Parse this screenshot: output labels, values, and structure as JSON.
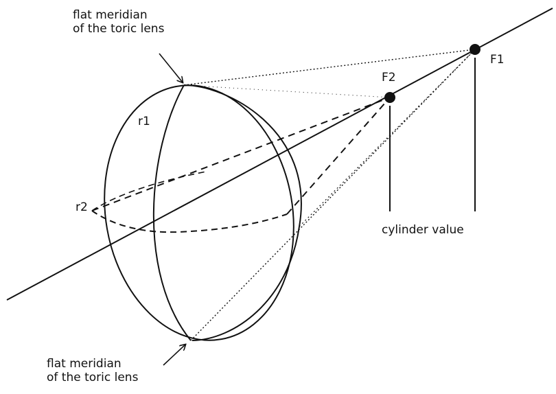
{
  "labels": {
    "top_caption": "flat meridian\nof the toric lens",
    "bottom_caption": "flat meridian\nof the toric lens",
    "r1": "r1",
    "r2": "r2",
    "f1": "F1",
    "f2": "F2",
    "cylinder": "cylinder value"
  },
  "colors": {
    "ink": "#111111",
    "paper": "#ffffff"
  }
}
